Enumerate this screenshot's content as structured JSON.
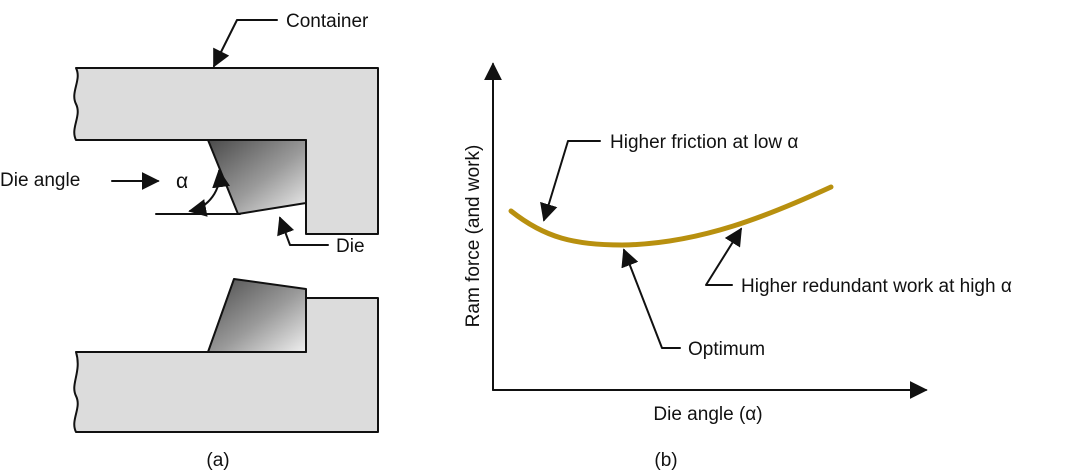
{
  "panel_a": {
    "container_label": "Container",
    "die_angle_label": "Die angle",
    "alpha_symbol": "α",
    "die_label": "Die",
    "caption": "(a)"
  },
  "panel_b": {
    "y_axis_label": "Ram force (and work)",
    "x_axis_label": "Die angle (α)",
    "annotation_low": "Higher friction at low α",
    "annotation_high": "Higher redundant work at high α",
    "annotation_optimum": "Optimum",
    "caption": "(b)"
  },
  "colors": {
    "container_fill": "#dcdcdc",
    "curve": "#b8900f",
    "line": "#111111",
    "die_dark": "#5a5a5a",
    "die_light": "#ececec"
  },
  "icons": {
    "arrowhead": "filled-triangle-arrowhead"
  }
}
